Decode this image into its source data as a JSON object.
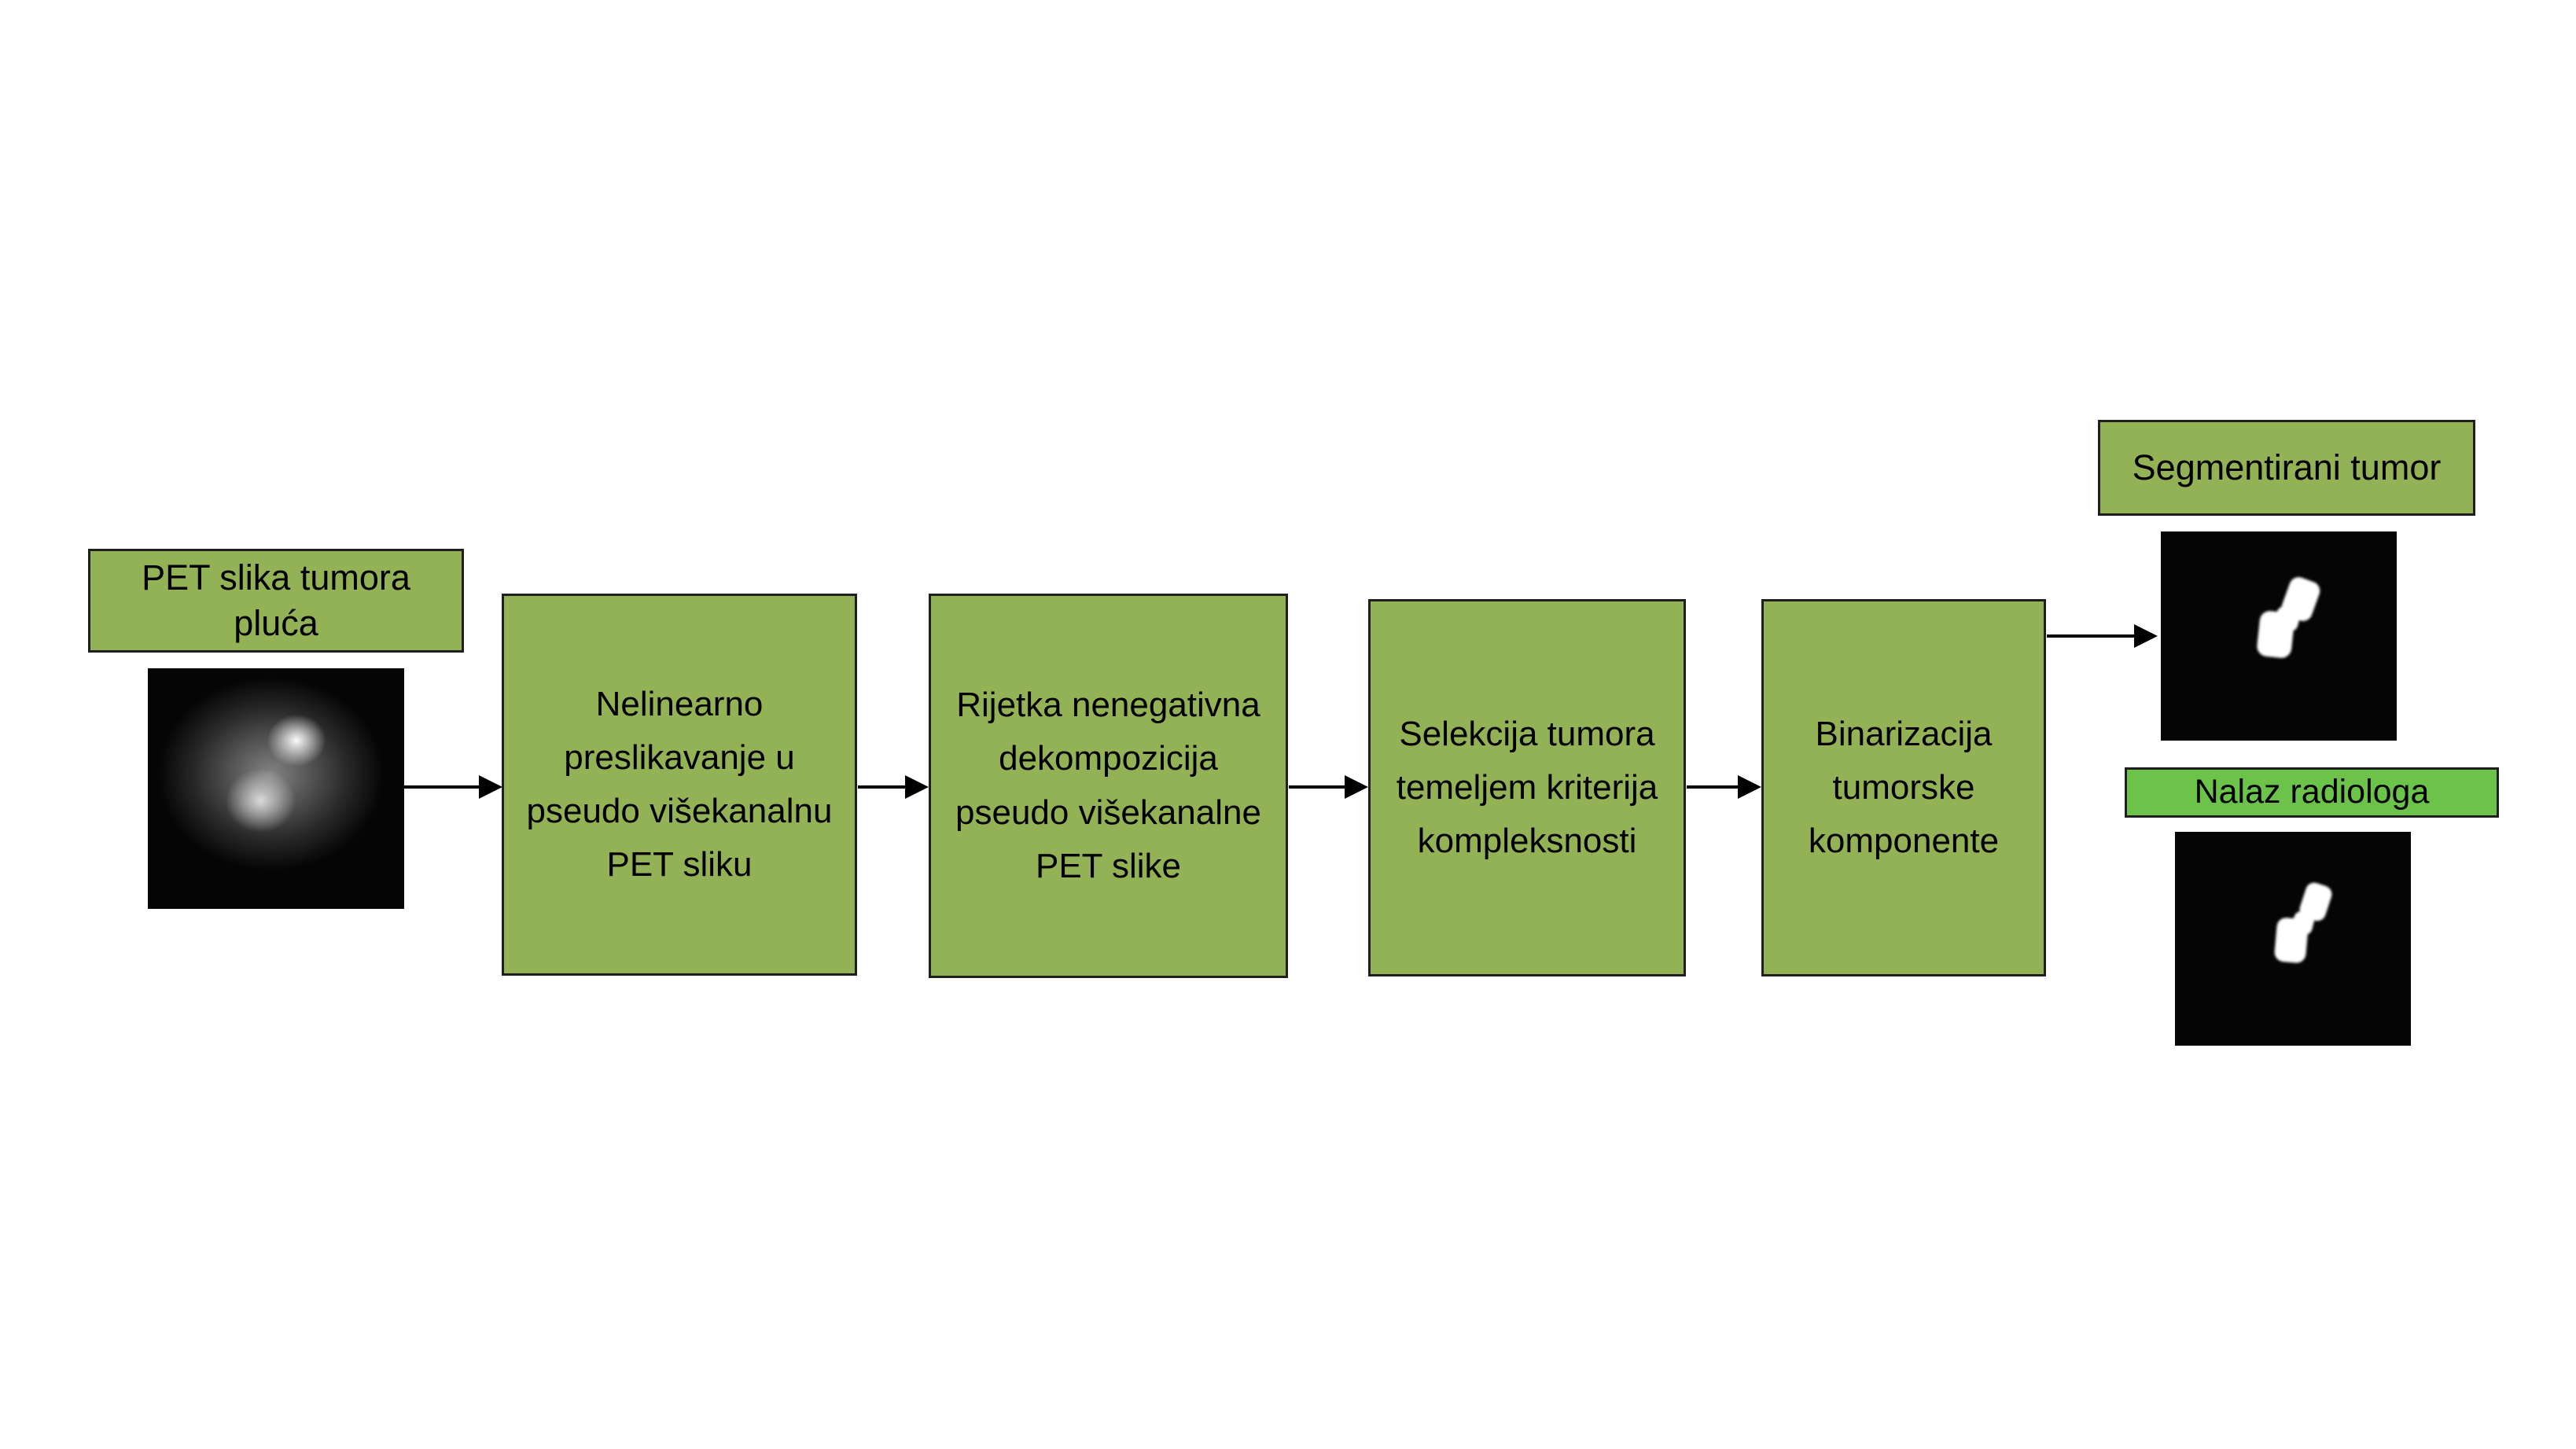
{
  "diagram": {
    "input_label": "PET slika tumora pluća",
    "steps": [
      {
        "label": "Nelinearno preslikavanje u pseudo višekanalnu PET sliku"
      },
      {
        "label": "Rijetka nenegativna dekompozicija pseudo višekanalne PET slike"
      },
      {
        "label": "Selekcija tumora temeljem kriterija kompleksnosti"
      },
      {
        "label": "Binarizacija tumorske komponente"
      }
    ],
    "output_label": "Segmentirani tumor",
    "reference_label": "Nalaz radiologa",
    "images": {
      "input": "pet-scan-grayscale-tumor",
      "output": "binary-segmented-tumor-mask",
      "reference": "radiologist-binary-tumor-mask"
    },
    "colors": {
      "background": "#ffffff",
      "box_fill": "#93b155",
      "box_border": "#1f1f1f",
      "reference_fill": "#6cc34a",
      "arrow": "#000000",
      "image_bg": "#050505"
    }
  }
}
